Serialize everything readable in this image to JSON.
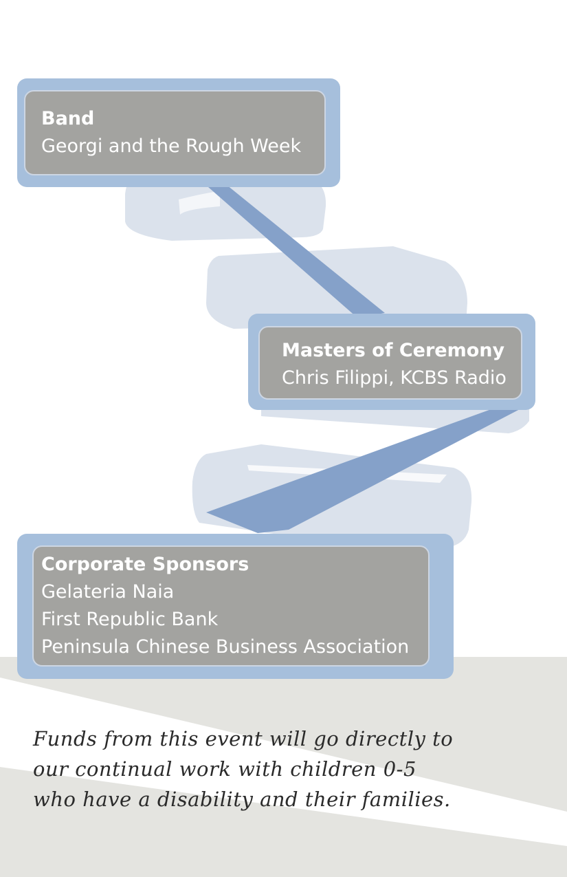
{
  "band": {
    "title": "Band",
    "lines": [
      "Georgi and the Rough Week"
    ]
  },
  "emcee": {
    "title": "Masters of Ceremony",
    "lines": [
      "Chris Filippi, KCBS Radio"
    ]
  },
  "sponsors": {
    "title": "Corporate Sponsors",
    "lines": [
      "Gelateria Naia",
      "First Republic Bank",
      "Peninsula Chinese Business Association"
    ]
  },
  "message": {
    "lines": [
      "Funds from this event will go directly to",
      "our continual work with children 0-5",
      "who have a disability and their families."
    ]
  },
  "colors": {
    "card_outer": "#a6bfdc",
    "card_inner": "#a3a3a0",
    "stair_light": "#dbe2ec",
    "ribbon": "#85a1c9",
    "floor": "#e4e4e0"
  }
}
